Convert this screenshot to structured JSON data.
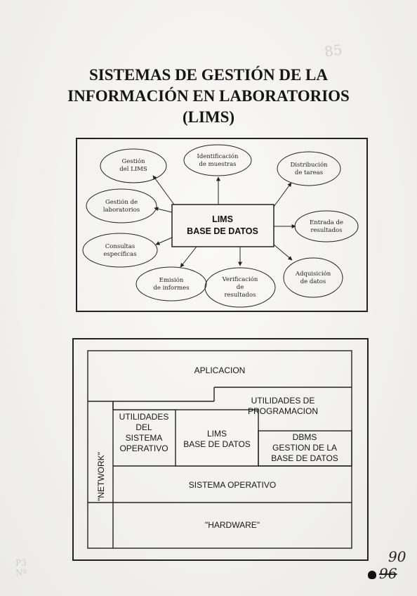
{
  "title": {
    "line1": "SISTEMAS DE GESTIÓN DE LA",
    "line2": "INFORMACIÓN EN LABORATORIOS",
    "line3": "(LIMS)"
  },
  "diagram1": {
    "center": [
      "LIMS",
      "BASE DE DATOS"
    ],
    "nodes": [
      {
        "lines": [
          "Gestión",
          "del LIMS"
        ]
      },
      {
        "lines": [
          "Identificación",
          "de muestras"
        ]
      },
      {
        "lines": [
          "Distribución",
          "de tareas"
        ]
      },
      {
        "lines": [
          "Gestión de",
          "laboratorios"
        ]
      },
      {
        "lines": [
          "Entrada de",
          "resultados"
        ]
      },
      {
        "lines": [
          "Consultas",
          "específicas"
        ]
      },
      {
        "lines": [
          "Adquisición",
          "de datos"
        ]
      },
      {
        "lines": [
          "Emisión",
          "de informes"
        ]
      },
      {
        "lines": [
          "Verificación",
          "de",
          "resultados"
        ]
      }
    ]
  },
  "diagram2": {
    "aplicacion": "APLICACION",
    "utilidades_programacion": [
      "UTILIDADES DE",
      "PROGRAMACION"
    ],
    "utilidades_sistema": [
      "UTILIDADES",
      "DEL",
      "SISTEMA",
      "OPERATIVO"
    ],
    "lims_bd": [
      "LIMS",
      "BASE DE DATOS"
    ],
    "dbms": [
      "DBMS",
      "GESTION DE LA",
      "BASE DE DATOS"
    ],
    "sistema_operativo": "SISTEMA OPERATIVO",
    "network": "\"NETWORK\"",
    "hardware": "\"HARDWARE\""
  },
  "handwritten": {
    "page_number": "90",
    "old_number": "96",
    "faint_top": "85",
    "faint_bottom": [
      "P3",
      "Nº"
    ]
  }
}
